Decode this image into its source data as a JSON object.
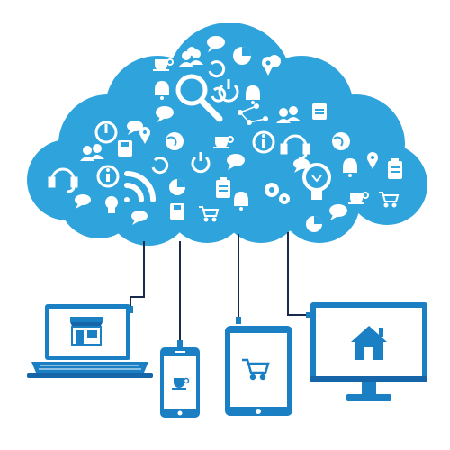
{
  "colors": {
    "cloud": "#2ea3dc",
    "cloud_light": "#55b9e8",
    "icon": "#ffffff",
    "device": "#1b7fc4",
    "device_dark": "#1565a8",
    "screen": "#ffffff",
    "cable": "#1a2a4a"
  },
  "cloud_icons": [
    "speech-bubble-icon",
    "users-icon",
    "power-icon",
    "gear-icon",
    "calendar-icon",
    "location-pin-icon",
    "search-icon",
    "alarm-icon",
    "coffee-cup-icon",
    "refresh-icon",
    "pie-chart-icon",
    "info-icon",
    "headset-icon",
    "wifi-icon",
    "globe-icon",
    "clipboard-icon",
    "lightbulb-icon",
    "shopping-cart-icon",
    "network-icon",
    "save-icon"
  ],
  "devices": [
    {
      "name": "laptop",
      "screen_icon": "storefront-icon"
    },
    {
      "name": "smartphone",
      "screen_icon": "coffee-cup-icon"
    },
    {
      "name": "tablet",
      "screen_icon": "shopping-cart-icon"
    },
    {
      "name": "desktop-monitor",
      "screen_icon": "home-icon"
    }
  ]
}
